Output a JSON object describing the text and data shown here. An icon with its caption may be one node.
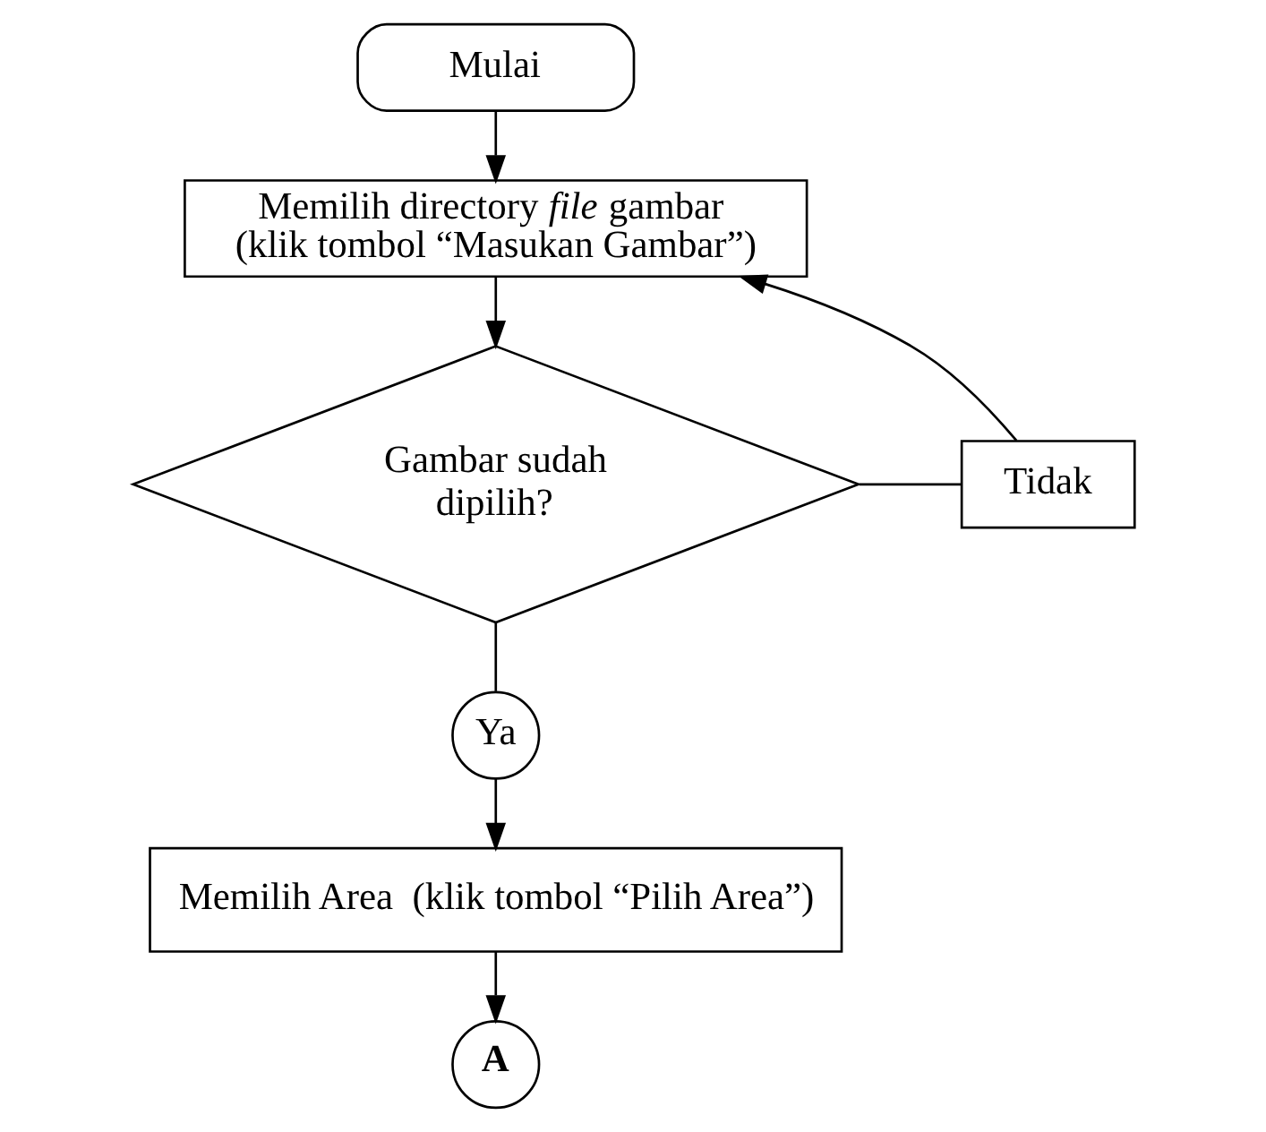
{
  "diagram": {
    "nodes": [
      {
        "text": [
          "Mulai"
        ]
      },
      {
        "text": [
          "Memilih directory *file* gambar  (klik tombol “Masukan Gambar”)"
        ]
      },
      {
        "text": [
          "Gambar sudah dipilih?"
        ]
      },
      {
        "text": [
          "Tidak"
        ]
      },
      {
        "text": [
          "Ya"
        ]
      },
      {
        "text": [
          "Memilih Area  (klik tombol “Pilih Area”)"
        ]
      },
      {
        "text": [
          "A"
        ]
      }
    ],
    "edges": [
      {
        "from": 0,
        "to": 1,
        "arrow": "to"
      },
      {
        "from": 1,
        "to": 2,
        "arrow": "to"
      },
      {
        "from": 2,
        "to": 3,
        "arrow": "none"
      },
      {
        "from": 3,
        "to": 1,
        "arrow": "to"
      },
      {
        "from": 2,
        "to": 4,
        "arrow": "none"
      },
      {
        "from": 4,
        "to": 5,
        "arrow": "to"
      },
      {
        "from": 5,
        "to": 6,
        "arrow": "to"
      }
    ]
  }
}
